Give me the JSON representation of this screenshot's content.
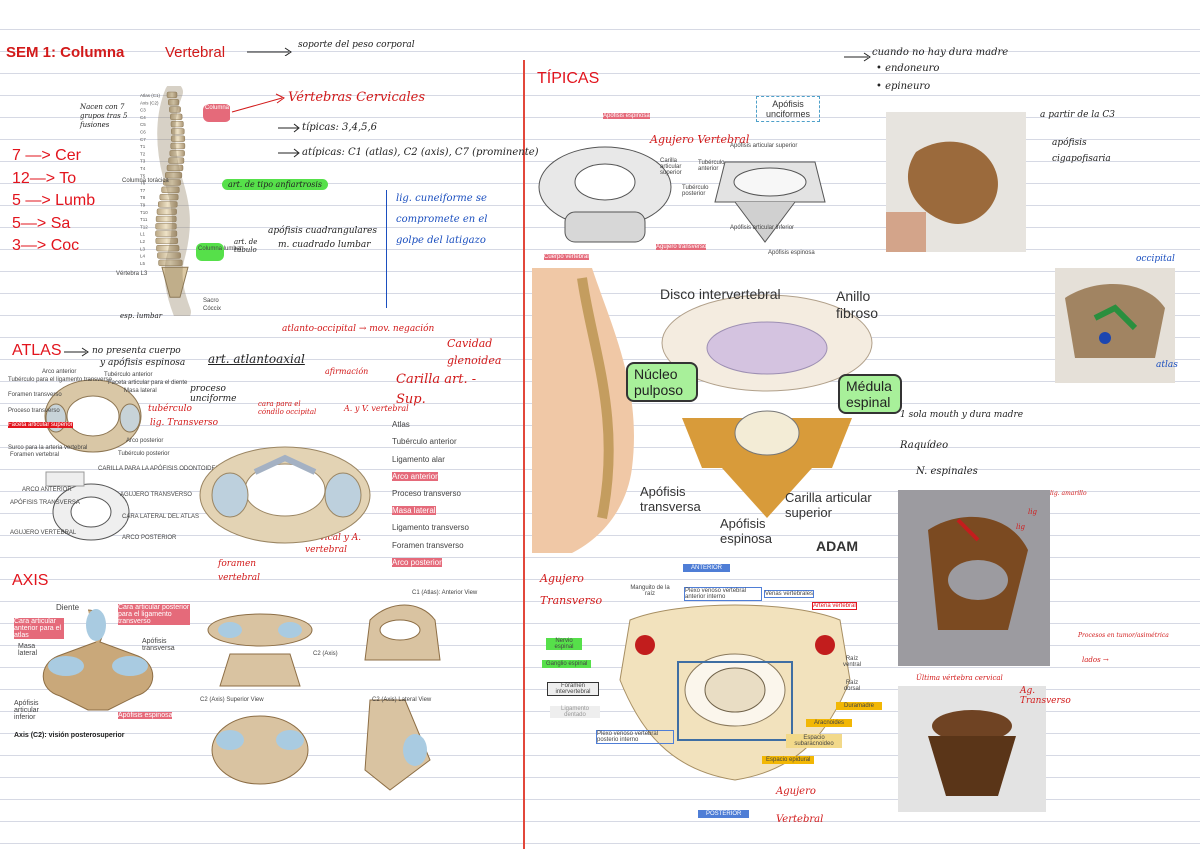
{
  "header": {
    "title": "SEM 1: Columna",
    "title_vertebral": "Vertebral",
    "note_arrow": "soporte del peso corporal"
  },
  "left": {
    "spine_labels": {
      "note": "Nacen con 7 grupos tras 5 fusiones",
      "cervical_box": "Columna cervical",
      "lumbar_box": "Columna lumbar",
      "cxs": [
        "Atlas (C1)",
        "Axis (C2)",
        "C3",
        "C4",
        "C5",
        "C6",
        "C7"
      ],
      "ths": [
        "T1",
        "T2",
        "T3",
        "T4",
        "T5",
        "T6",
        "T7",
        "T8",
        "T9",
        "T10",
        "T11",
        "T12"
      ],
      "lbs": [
        "L1",
        "L2",
        "L3",
        "L4",
        "L5"
      ],
      "sacro": "Sacro",
      "coccix": "Cóccix",
      "toracica": "Columna torácica",
      "vertebra_l3": "Vértebra L3",
      "bottom_note": "esp. lumbar"
    },
    "cervical_notes": {
      "main": "Vértebras Cervicales",
      "tipicas": "típicas: 3,4,5,6",
      "atipicas": "atípicas: C1 (atlas), C2 (axis), C7 (prominente)",
      "art_tipo": "art. de tipo anfiartrosis",
      "apofisis": "apófisis cuadrangulares",
      "cuadrado": "m. cuadrado lumbar",
      "art_tubulo": "art. de túbulo",
      "lig_blue": "lig. cuneiforme se compromete en el golpe del latigazo"
    },
    "counts": [
      "7 —> Cer",
      "12—> To",
      "5 —> Lumb",
      "5—> Sa",
      "3—> Coc"
    ],
    "atlas": {
      "title": "ATLAS",
      "note1": "no presenta cuerpo",
      "note2": "y apófisis espinosa",
      "art": "art. atlantoaxial",
      "atlanto_occ": "atlanto-occipital → mov. negación",
      "cavidad": "Cavidad glenoidea",
      "carilla": "Carilla art. - Sup.",
      "proceso": "proceso unciforme",
      "tuberculo": "tubérculo",
      "lig_transverso": "lig. Transverso",
      "cara_condilo": "cara para el cóndilo occipital",
      "av_vertebral": "A. y V. vertebral",
      "afirmacion": "afirmación",
      "foramen": "foramen vertebral",
      "nervio": "1º nervio cervical y A. vertebral",
      "diagram_labels": [
        "Arco anterior",
        "Tubérculo para el ligamento transverso",
        "Tubérculo anterior",
        "Faceta articular para el diente",
        "Masa lateral",
        "Foramen transverso",
        "Proceso transverso",
        "Faceta articular superior",
        "Surco para la arteria vertebral",
        "Foramen vertebral",
        "Arco posterior",
        "Tubérculo posterior"
      ],
      "right_labels": [
        "Atlas",
        "Tubérculo anterior",
        "Ligamento alar",
        "Arco anterior",
        "Proceso transverso",
        "Masa lateral",
        "Ligamento transverso",
        "Foramen transverso",
        "Arco posterior"
      ],
      "small_labels": [
        "ARCO ANTERIOR",
        "APÓFISIS TRANSVERSA",
        "AGUJERO VERTEBRAL",
        "CARILLA PARA LA APÓFISIS ODONTOIDES",
        "AGUJERO TRANSVERSO",
        "CARA LATERAL DEL ATLAS",
        "ARCO POSTERIOR"
      ]
    },
    "axis": {
      "title": "AXIS",
      "diente": "Diente",
      "cara_art_ant": "Cara articular anterior para el atlas",
      "masa_lateral": "Masa lateral",
      "cara_art_post": "Cara articular posterior para el ligamento transverso",
      "apofisis_transversa": "Apófisis transversa",
      "apofisis_articular": "Apófisis articular inferior",
      "apofisis_espinosa": "Apófisis espinosa",
      "caption": "Axis (C2): visión posterosuperior",
      "c1_ant": "C1 (Atlas): Anterior View",
      "c2_axis": "C2 (Axis)",
      "c2_sup": "C2 (Axis) Superior View",
      "c2_lat": "C2 (Axis) Lateral View"
    }
  },
  "right": {
    "tipicas_title": "TÍPICAS",
    "top_notes": {
      "line1": "cuando no hay dura madre",
      "line2": "• endoneuro",
      "line3": "• epineuro",
      "c3": "a partir de la C3",
      "apofisis": "apófisis cigapofisaria"
    },
    "vertebra_labels": {
      "apofisis_espinosa": "Apófisis espinosa",
      "agujero_vertebral": "Agujero Vertebral",
      "unciformes": "Apófisis unciformes",
      "carilla_sup": "Carilla articular superior",
      "tub_anterior": "Tubérculo anterior",
      "tub_posterior": "Tubérculo posterior",
      "apof_art_sup": "Apófisis articular superior",
      "apof_art_inf": "Apófisis articular inferior",
      "cuerpo_vertebral": "Cuerpo vertebral",
      "agujero_transverso": "Agujero transverso",
      "apofisis_espinosa2": "Apófisis espinosa"
    },
    "disc": {
      "disco": "Disco intervertebral",
      "anillo": "Anillo fibroso",
      "nucleo": "Núcleo pulposo",
      "medula": "Médula espinal",
      "apof_trans": "Apófisis transversa",
      "carilla": "Carilla articular superior",
      "apof_esp": "Apófisis espinosa",
      "brand": "ADAM"
    },
    "side_notes": {
      "occipital": "occipital",
      "atlas": "atlas",
      "solo": "1 sola mouth y dura madre",
      "raquideo": "Raquídeo",
      "n_espinales": "N. espinales",
      "lig": [
        "lig. amarillo",
        "lig",
        "lig"
      ],
      "procesos": "Procesos en tumor/asimétrica",
      "lados": "lados →",
      "ultima": "Última vértebra cervical",
      "ag_transverso": "Ag. Transverso"
    },
    "section": {
      "agujero_transverso": "Agujero Transverso",
      "anterior": "ANTERIOR",
      "posterior": "POSTERIOR",
      "manguito": "Manguito de la raíz",
      "plexo_ant": "Plexo venoso vertebral anterior interno",
      "venas": "Venas vertebrales",
      "arteria": "Arteria vertebral",
      "nervio": "Nervio espinal",
      "ganglio": "Ganglio espinal",
      "foramen": "Foramen intervertebral",
      "lig_dentado": "Ligamento dentado",
      "plexo_post": "Plexo venoso vertebral posterio interno",
      "raiz_ventral": "Raíz ventral",
      "raiz_dorsal": "Raíz dorsal",
      "duramadre": "Duramadre",
      "aracnoides": "Aracnoides",
      "espacio_sub": "Espacio subaracnoideo",
      "espacio_epi": "Espacio epidural",
      "agujero_vertebral": "Agujero Vertebral"
    }
  },
  "colors": {
    "accent_red": "#e2141d",
    "bone": "#d9c7a6",
    "line": "#d6d9e4",
    "green_highlight": "#56e04a",
    "pink_highlight": "#e56a7a",
    "orange_label": "#f2b705"
  }
}
